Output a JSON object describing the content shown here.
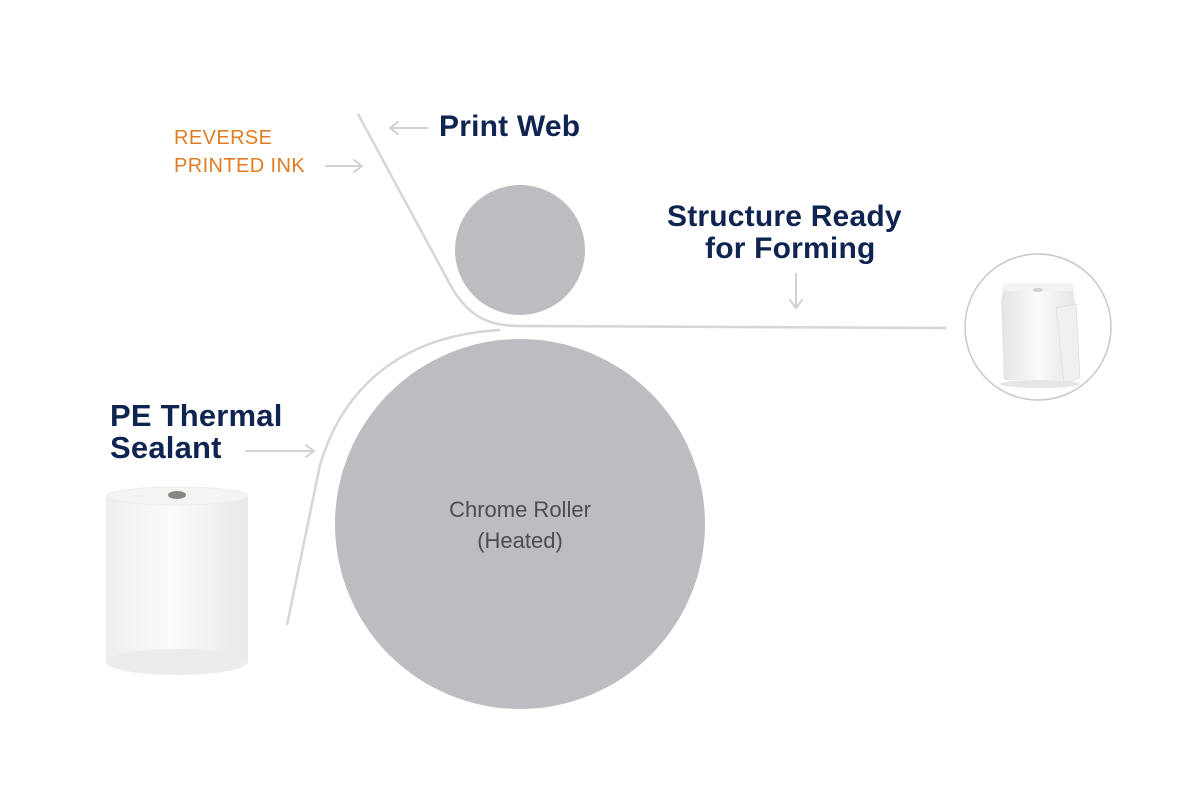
{
  "labels": {
    "reverse_ink_line1": "REVERSE",
    "reverse_ink_line2": "PRINTED INK",
    "print_web": "Print Web",
    "structure_line1": "Structure Ready",
    "structure_line2": "for Forming",
    "sealant_line1": "PE Thermal",
    "sealant_line2": "Sealant",
    "roller_line1": "Chrome Roller",
    "roller_line2": "(Heated)"
  },
  "icons": {
    "sealant_roll": "film-roll-icon",
    "pouch": "stand-up-pouch-icon",
    "arrow": "arrow-icon"
  },
  "colors": {
    "navy": "#0f2450",
    "orange": "#e07d24",
    "roller": "#bcbdc1",
    "web_line": "#d6d6d6",
    "arrow": "#d2d2d2",
    "roller_text": "#4a4d55"
  }
}
